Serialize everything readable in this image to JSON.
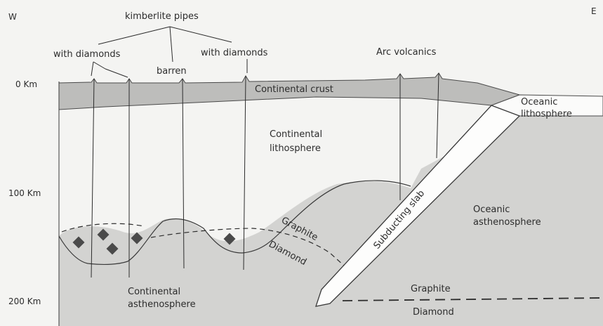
{
  "orientation": {
    "west": "W",
    "east": "E"
  },
  "depths": {
    "d0": "0 Km",
    "d100": "100 Km",
    "d200": "200 Km"
  },
  "top_labels": {
    "pipes": "kimberlite pipes",
    "with_diamonds_left": "with diamonds",
    "barren": "barren",
    "with_diamonds_right": "with diamonds",
    "arc_volcanics": "Arc volcanics"
  },
  "regions": {
    "continental_crust": "Continental crust",
    "continental_lithosphere_1": "Continental",
    "continental_lithosphere_2": "lithosphere",
    "oceanic_lithosphere_1": "Oceanic",
    "oceanic_lithosphere_2": "lithosphere",
    "oceanic_asthenosphere_1": "Oceanic",
    "oceanic_asthenosphere_2": "asthenosphere",
    "continental_asthenosphere_1": "Continental",
    "continental_asthenosphere_2": "asthenosphere",
    "subducting_slab": "Subducting slab"
  },
  "phase_boundary": {
    "graphite_upper": "Graphite",
    "diamond_upper": "Diamond",
    "graphite_lower": "Graphite",
    "diamond_lower": "Diamond"
  },
  "colors": {
    "background": "#f4f4f2",
    "crust": "#bdbdbb",
    "lithosphere": "#fbfbfa",
    "asthenosphere": "#d3d3d1",
    "slab": "#fdfdfc",
    "diamond": "#4a4a4a"
  }
}
